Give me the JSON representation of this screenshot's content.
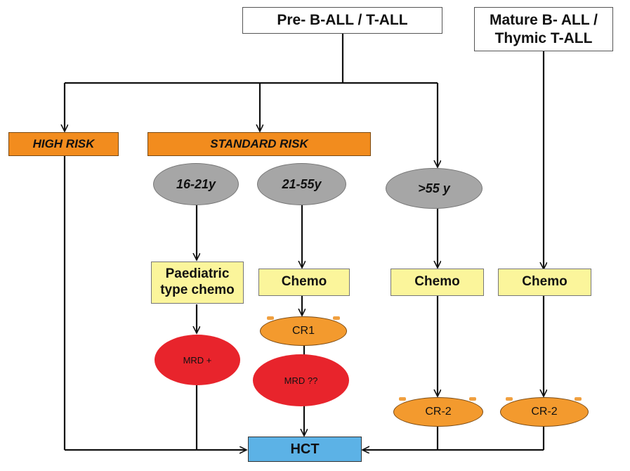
{
  "nodes": {
    "pre_b_all": "Pre- B-ALL / T-ALL",
    "mature_b_all_line1": "Mature B- ALL /",
    "mature_b_all_line2": "Thymic T-ALL",
    "high_risk": "HIGH RISK",
    "standard_risk": "STANDARD RISK",
    "age_16_21": "16-21y",
    "age_21_55": "21-55y",
    "age_over_55": ">55 y",
    "paediatric_line1": "Paediatric",
    "paediatric_line2": "type chemo",
    "chemo_standard": "Chemo",
    "chemo_elderly": "Chemo",
    "chemo_mature": "Chemo",
    "cr1": "CR1",
    "mrd_plus": "MRD +",
    "mrd_unknown": "MRD  ??",
    "cr2_elderly": "CR-2",
    "cr2_mature": "CR-2",
    "hct": "HCT"
  },
  "colors": {
    "risk_orange": "#f28c1e",
    "age_gray": "#a6a6a6",
    "chemo_yellow": "#fbf59b",
    "remission_orange": "#f39a2e",
    "mrd_red": "#e8242c",
    "hct_blue": "#5cb2e6"
  }
}
